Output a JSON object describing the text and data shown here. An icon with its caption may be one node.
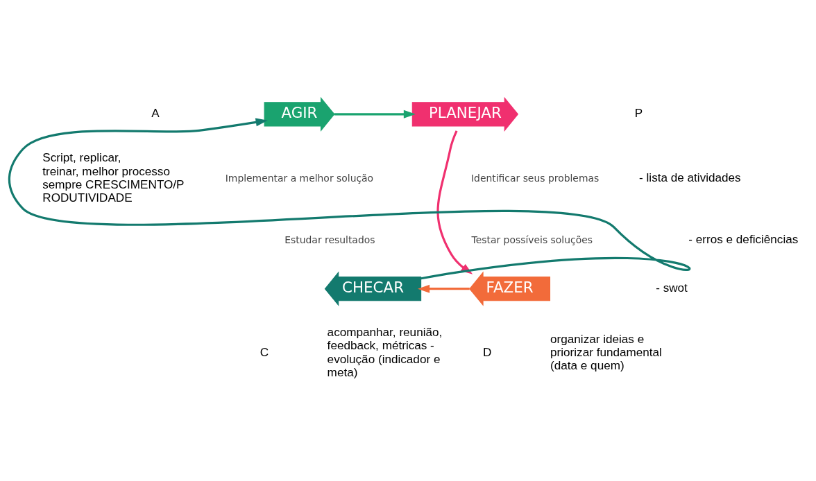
{
  "diagram": {
    "nodes": [
      {
        "text": [
          "AGIR"
        ]
      },
      {
        "text": [
          "PLANEJAR"
        ]
      },
      {
        "text": [
          "FAZER"
        ]
      },
      {
        "text": [
          "CHECAR"
        ]
      }
    ],
    "edges": [
      {
        "from": 0,
        "to": 1,
        "arrow": "to",
        "color": "#1aa36f"
      },
      {
        "from": 1,
        "to": 2,
        "arrow": "to",
        "color": "#f0306f"
      },
      {
        "from": 2,
        "to": 3,
        "arrow": "to",
        "color": "#f26b3a"
      },
      {
        "from": 3,
        "to": 0,
        "arrow": "to",
        "color": "#137a6e"
      }
    ],
    "labels": [
      "A",
      "Script, replicar, treinar, melhor processo sempre CRESCIMENTO/P RODUTIVIDADE",
      "Implementar a melhor solução",
      "Identificar seus problemas",
      "Estudar resultados",
      "Testar possíveis soluções",
      "P",
      "- lista de atividades",
      "- erros e deficiências",
      "- swot",
      "C",
      "acompanhar, reunião, feedback, métricas - evolução (indicador e meta)",
      "D",
      "organizar ideias e priorizar fundamental (data e quem)"
    ]
  }
}
